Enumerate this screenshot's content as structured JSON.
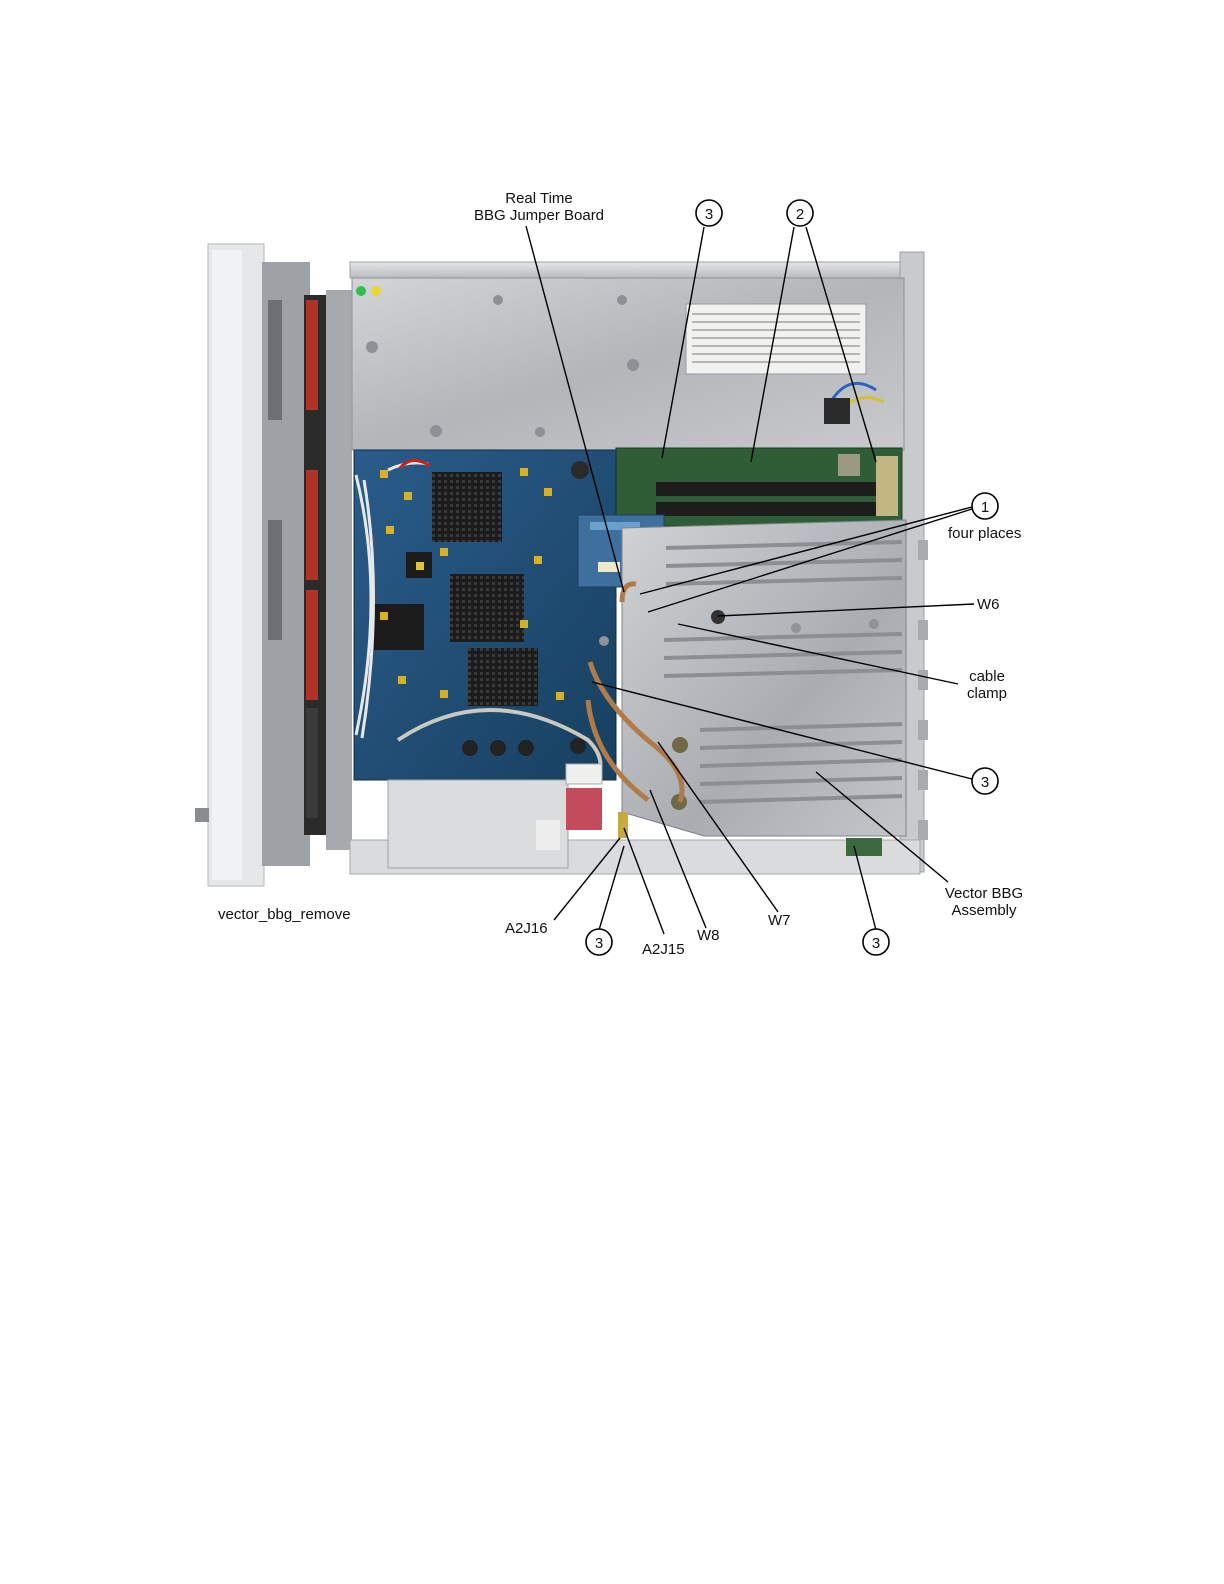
{
  "labels": {
    "real_time_line1": "Real Time",
    "real_time_line2": "BBG Jumper Board",
    "four_places": "four places",
    "w6": "W6",
    "cable_clamp_line1": "cable",
    "cable_clamp_line2": "clamp",
    "vector_bbg_line1": "Vector BBG",
    "vector_bbg_line2": "Assembly",
    "w7": "W7",
    "w8": "W8",
    "a2j15": "A2J15",
    "a2j16": "A2J16",
    "caption": "vector_bbg_remove"
  },
  "callouts": {
    "c1": "1",
    "c2": "2",
    "c3": "3"
  },
  "colors": {
    "board_blue": "#1f4f7c",
    "chassis_silver": "#c9cbcd",
    "heatsink": "#b8bbbe",
    "fan_red": "#c0392b"
  }
}
